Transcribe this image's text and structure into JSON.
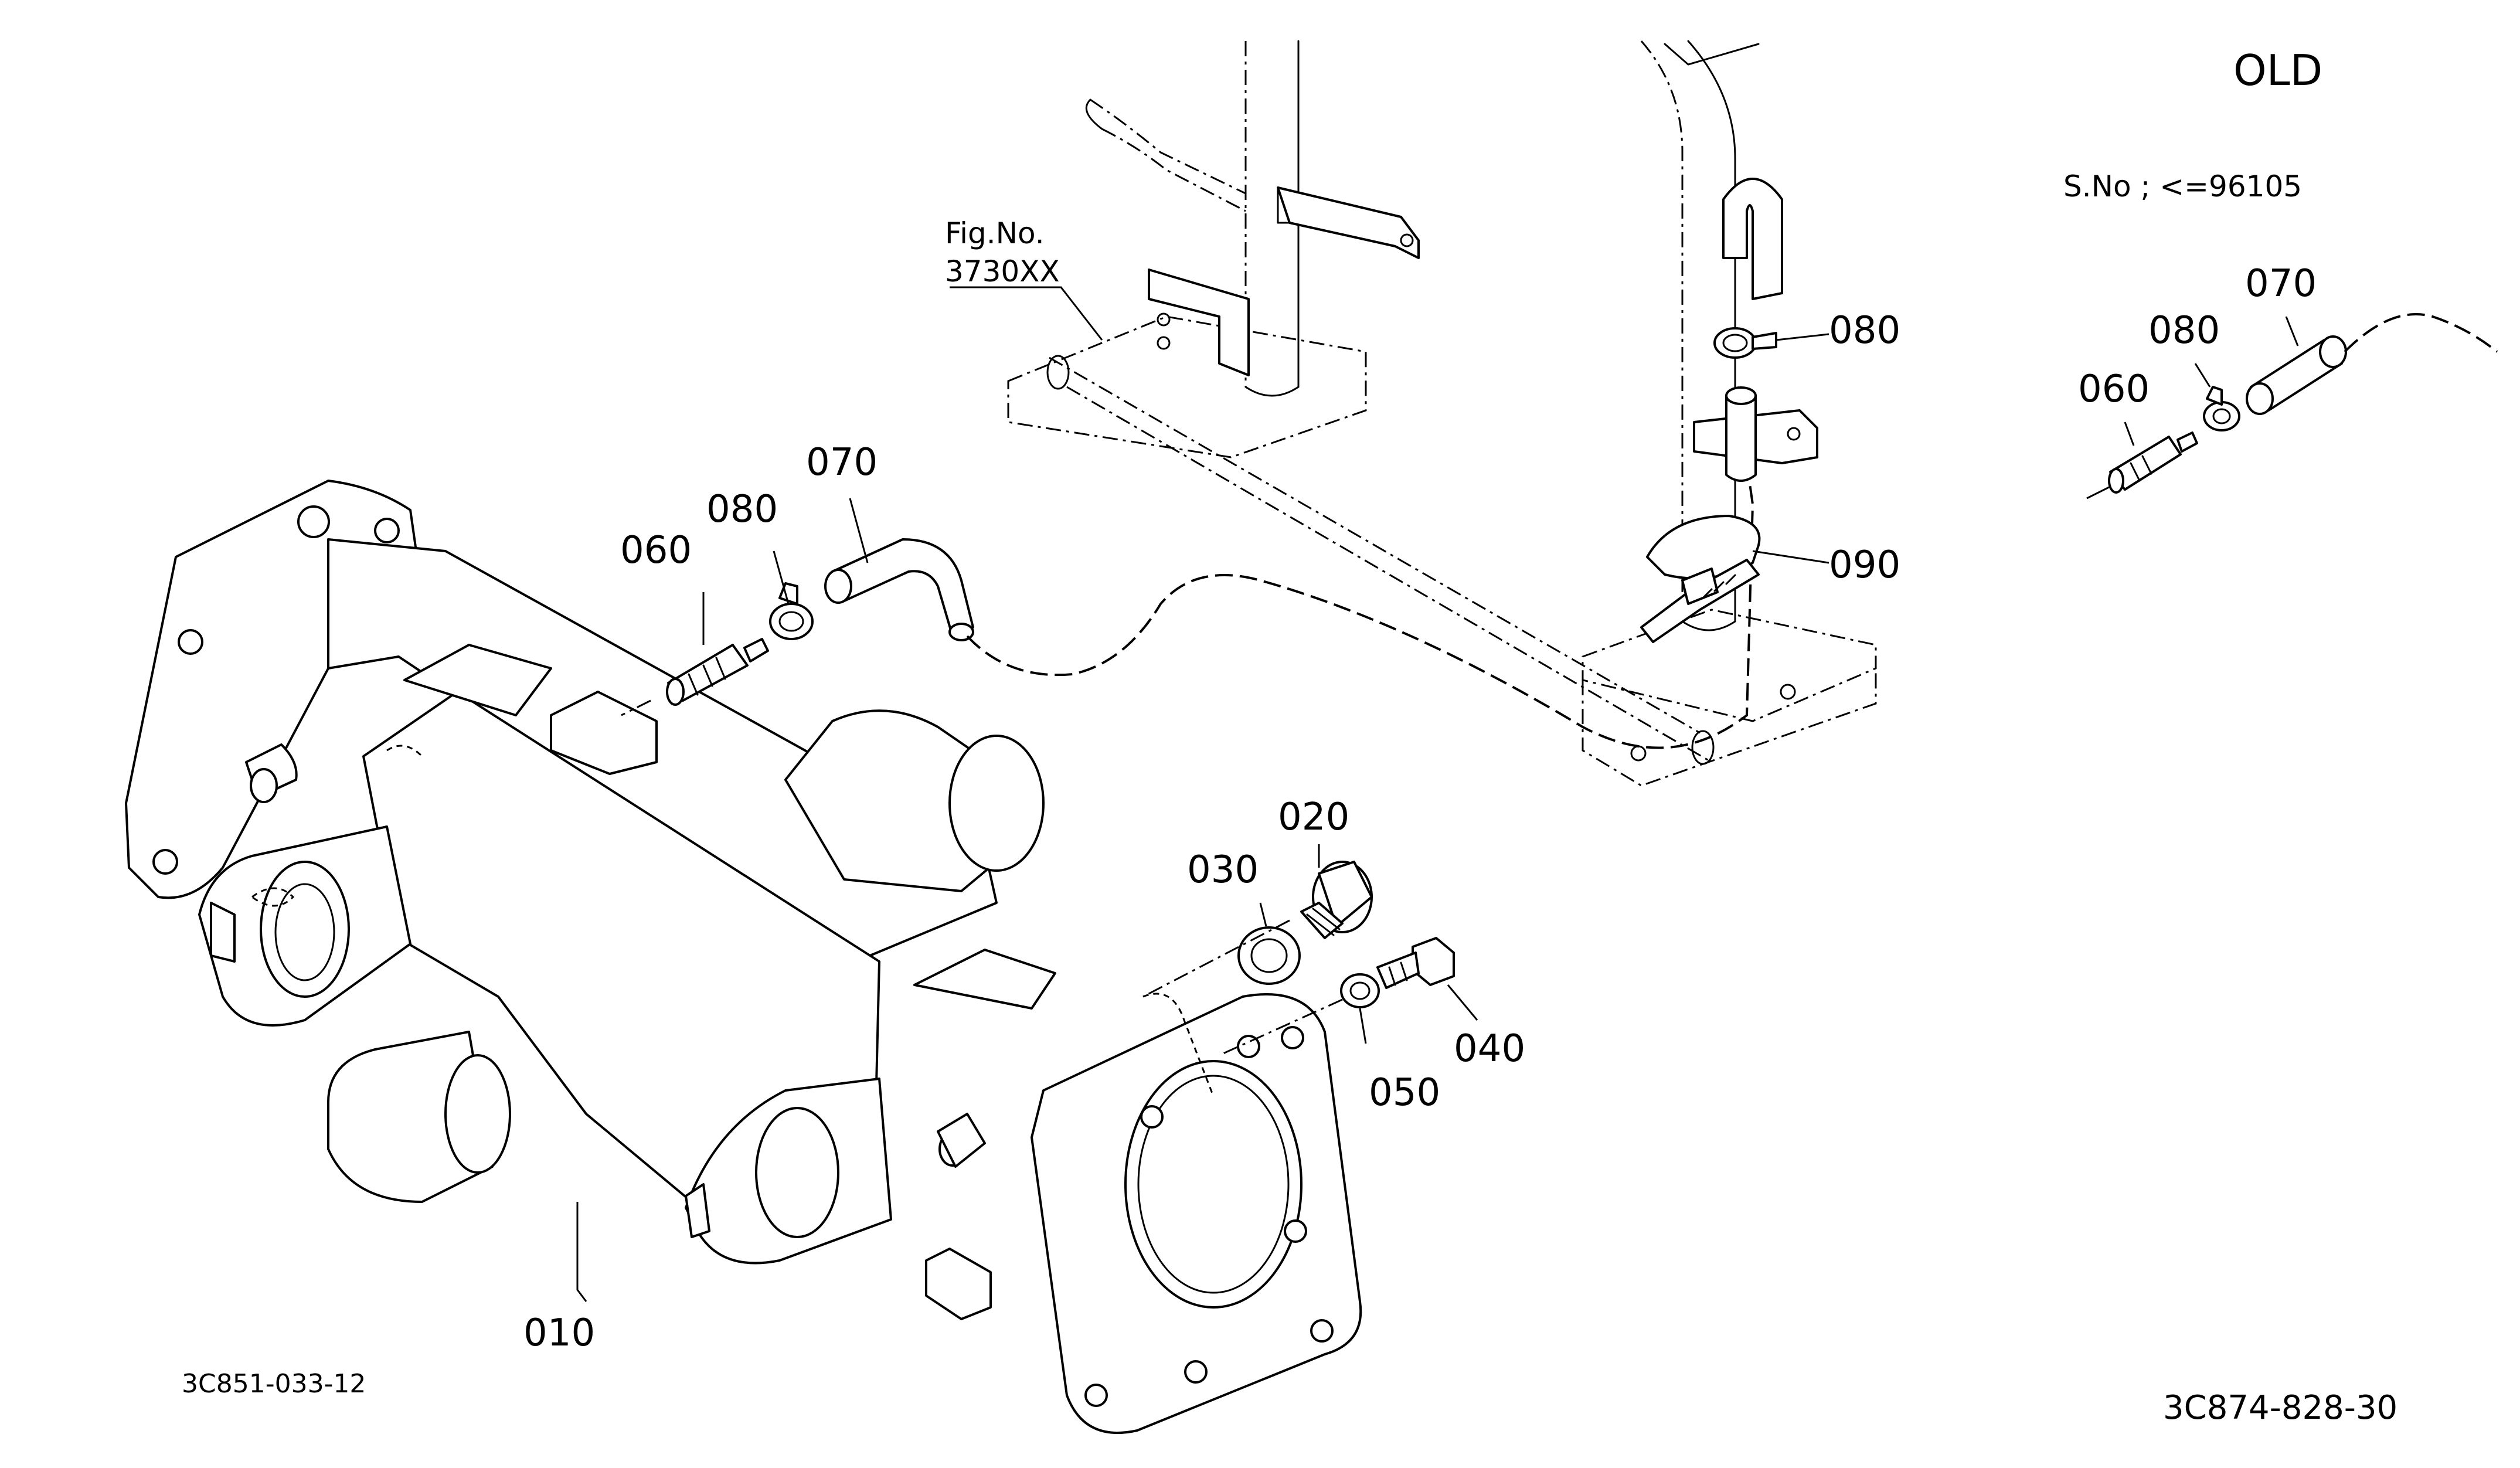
{
  "labels": {
    "version": "OLD",
    "serial_note": "S.No ; <=96105",
    "fig_ref_line1": "Fig.No.",
    "fig_ref_line2": "3730XX",
    "sub_drawing_code": "3C851-033-12",
    "drawing_code": "3C874-828-30"
  },
  "callouts": {
    "p010": "010",
    "p020": "020",
    "p030": "030",
    "p040": "040",
    "p050": "050",
    "p060": "060",
    "p070": "070",
    "p080": "080",
    "p080_frame": "080",
    "p090": "090",
    "p060_old": "060",
    "p070_old": "070",
    "p080_old": "080"
  }
}
